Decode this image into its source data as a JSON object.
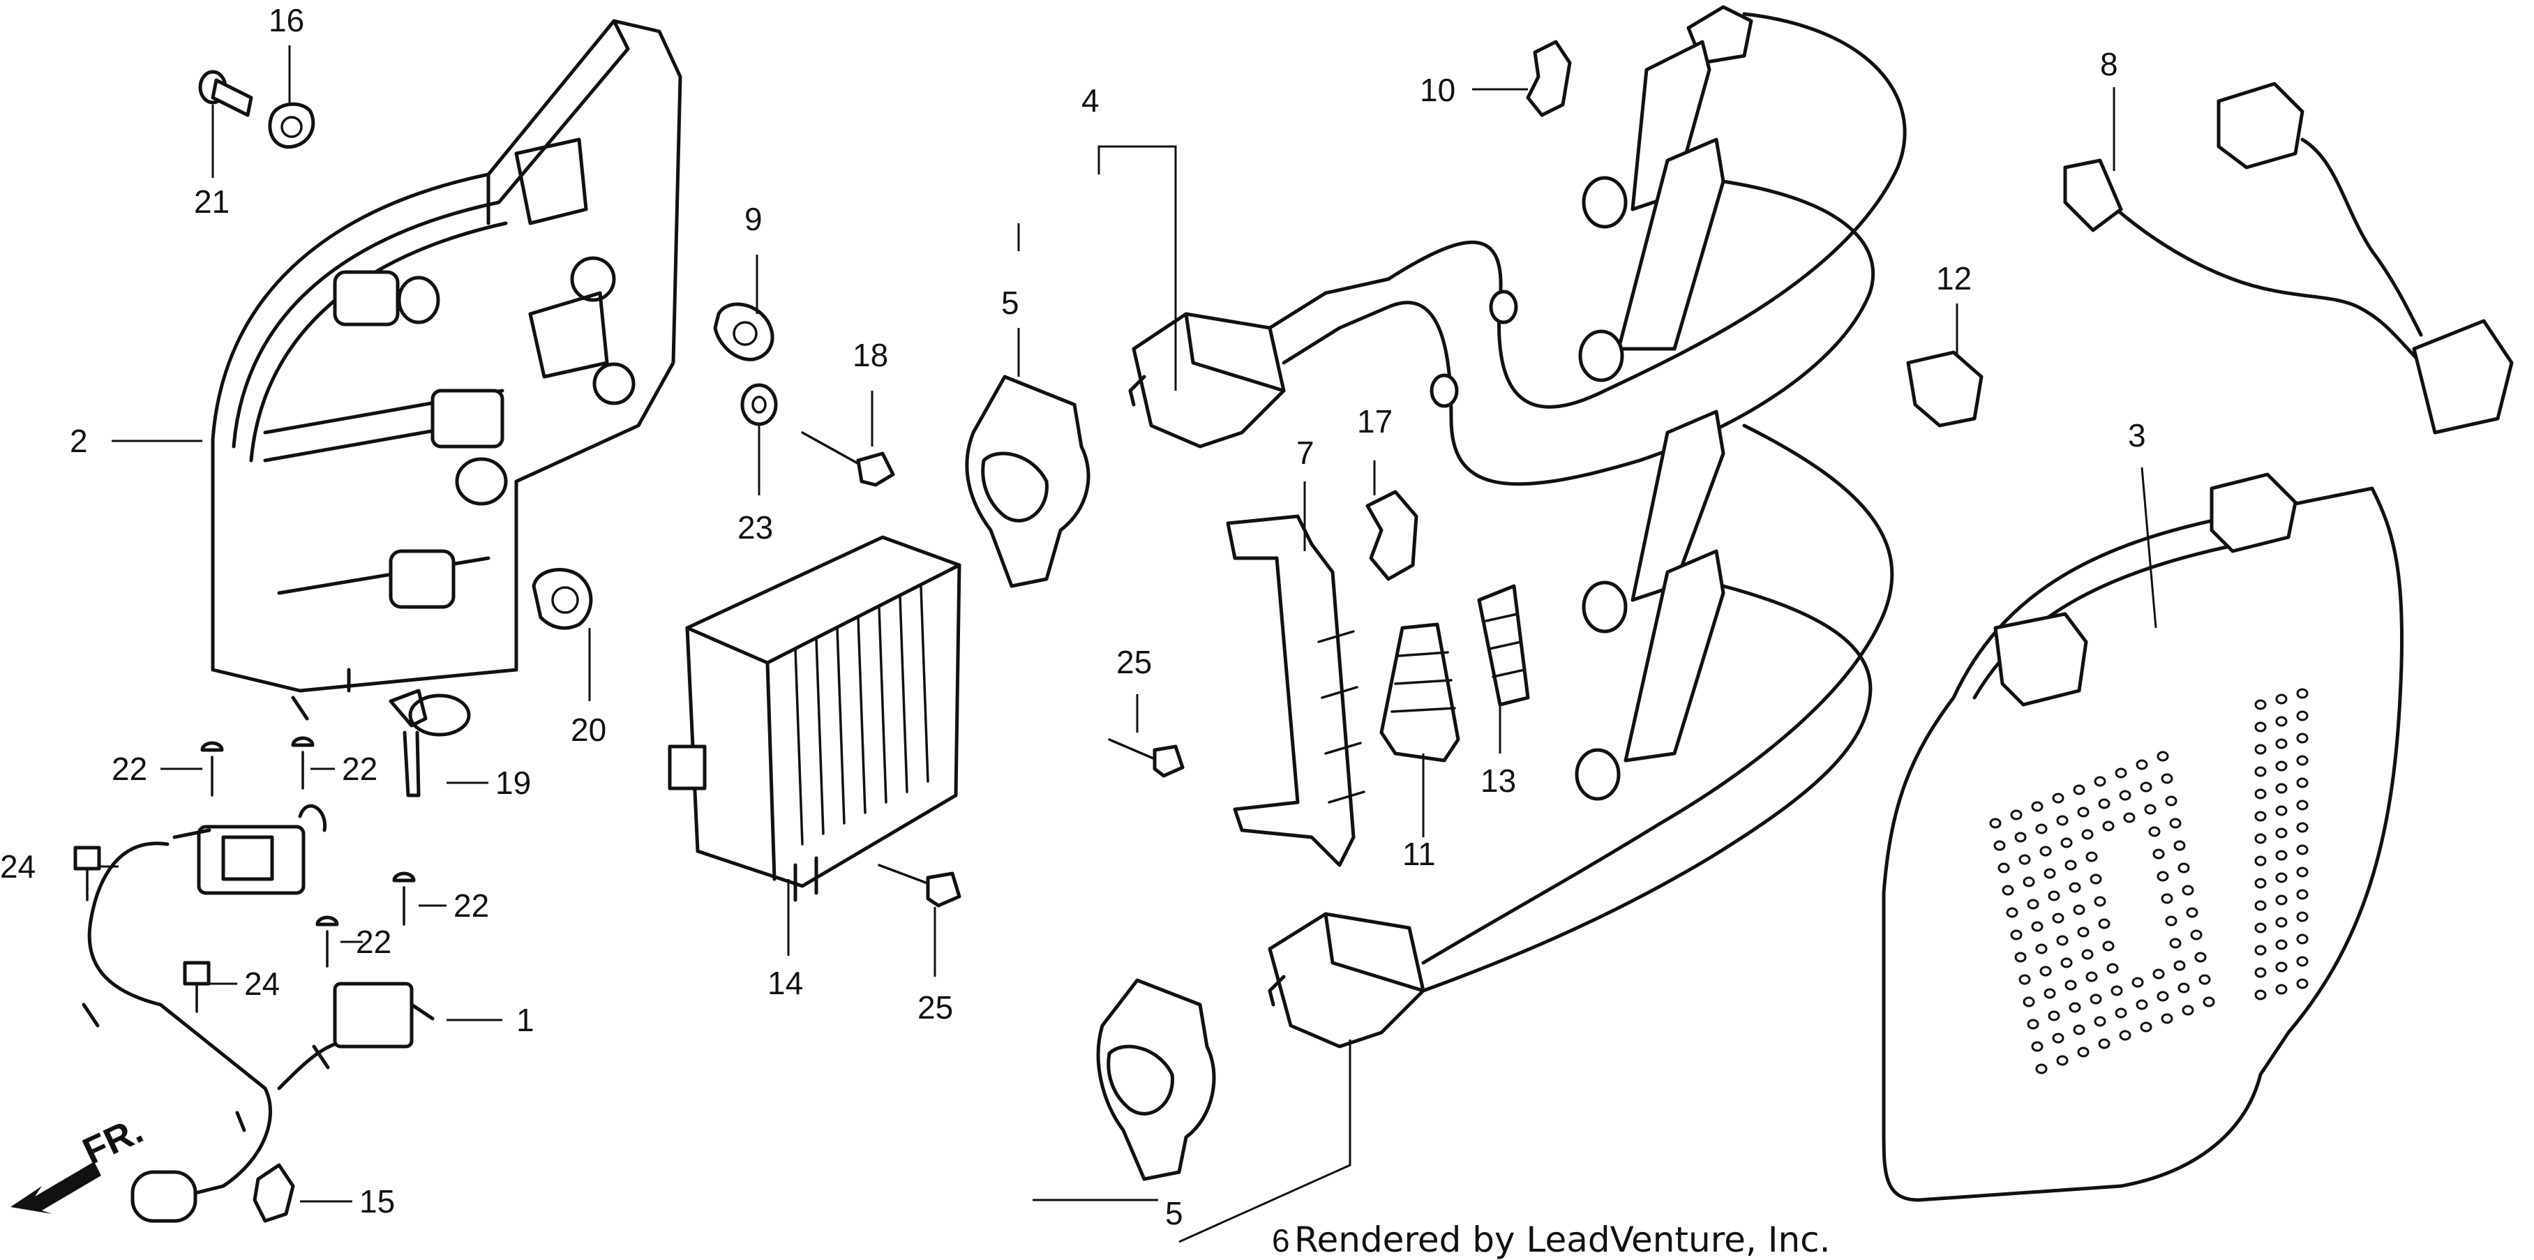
{
  "diagram": {
    "direction_label": "FR.",
    "credit": "Rendered by LeadVenture, Inc.",
    "callouts": [
      {
        "id": "c1",
        "label": "1"
      },
      {
        "id": "c2",
        "label": "2"
      },
      {
        "id": "c3",
        "label": "3"
      },
      {
        "id": "c4",
        "label": "4"
      },
      {
        "id": "c5a",
        "label": "5"
      },
      {
        "id": "c5b",
        "label": "5"
      },
      {
        "id": "c6",
        "label": "6"
      },
      {
        "id": "c7",
        "label": "7"
      },
      {
        "id": "c8",
        "label": "8"
      },
      {
        "id": "c9",
        "label": "9"
      },
      {
        "id": "c10",
        "label": "10"
      },
      {
        "id": "c11",
        "label": "11"
      },
      {
        "id": "c12",
        "label": "12"
      },
      {
        "id": "c13",
        "label": "13"
      },
      {
        "id": "c14",
        "label": "14"
      },
      {
        "id": "c15",
        "label": "15"
      },
      {
        "id": "c16",
        "label": "16"
      },
      {
        "id": "c17",
        "label": "17"
      },
      {
        "id": "c18",
        "label": "18"
      },
      {
        "id": "c19",
        "label": "19"
      },
      {
        "id": "c20",
        "label": "20"
      },
      {
        "id": "c21",
        "label": "21"
      },
      {
        "id": "c22a",
        "label": "22"
      },
      {
        "id": "c22b",
        "label": "22"
      },
      {
        "id": "c22c",
        "label": "22"
      },
      {
        "id": "c22d",
        "label": "22"
      },
      {
        "id": "c23",
        "label": "23"
      },
      {
        "id": "c24a",
        "label": "24"
      },
      {
        "id": "c24b",
        "label": "24"
      },
      {
        "id": "c25a",
        "label": "25"
      },
      {
        "id": "c25b",
        "label": "25"
      }
    ]
  }
}
